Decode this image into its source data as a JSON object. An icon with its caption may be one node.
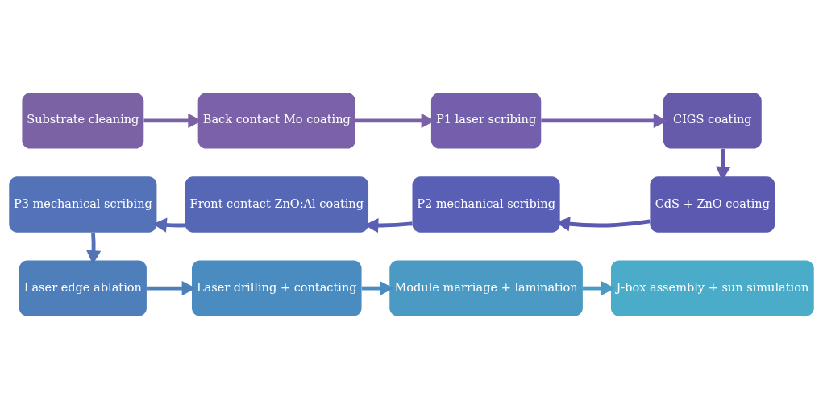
{
  "diagram": {
    "nodes": [
      {
        "text": [
          "Substrate cleaning"
        ]
      },
      {
        "text": [
          "Back contact Mo coating"
        ]
      },
      {
        "text": [
          "P1 laser scribing"
        ]
      },
      {
        "text": [
          "CIGS coating"
        ]
      },
      {
        "text": [
          "CdS + ZnO coating"
        ]
      },
      {
        "text": [
          "P2 mechanical scribing"
        ]
      },
      {
        "text": [
          "Front contact ZnO:Al coating"
        ]
      },
      {
        "text": [
          "P3 mechanical scribing"
        ]
      },
      {
        "text": [
          "Laser edge ablation"
        ]
      },
      {
        "text": [
          "Laser drilling + contacting"
        ]
      },
      {
        "text": [
          "Module marriage + lamination"
        ]
      },
      {
        "text": [
          "J-box assembly + sun simulation"
        ]
      }
    ],
    "edges": [
      {
        "from": 0,
        "to": 1,
        "arrow": "to"
      },
      {
        "from": 1,
        "to": 2,
        "arrow": "to"
      },
      {
        "from": 2,
        "to": 3,
        "arrow": "to"
      },
      {
        "from": 3,
        "to": 4,
        "arrow": "to"
      },
      {
        "from": 4,
        "to": 5,
        "arrow": "to"
      },
      {
        "from": 5,
        "to": 6,
        "arrow": "to"
      },
      {
        "from": 6,
        "to": 7,
        "arrow": "to"
      },
      {
        "from": 7,
        "to": 8,
        "arrow": "to"
      },
      {
        "from": 8,
        "to": 9,
        "arrow": "to"
      },
      {
        "from": 9,
        "to": 10,
        "arrow": "to"
      },
      {
        "from": 10,
        "to": 11,
        "arrow": "to"
      }
    ]
  }
}
